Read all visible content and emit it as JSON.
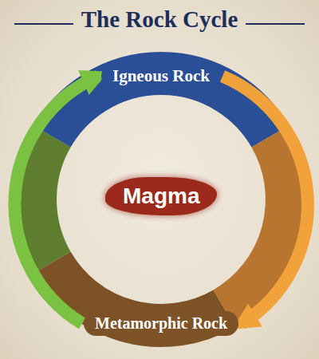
{
  "diagram": {
    "title": "The Rock Cycle",
    "nodes": [
      {
        "text": [
          "Igneous Rock"
        ]
      },
      {
        "text": [
          "Magma"
        ]
      },
      {
        "text": [
          "Metamorphic Rock"
        ]
      }
    ],
    "edges": [
      {
        "from": 0,
        "to": 2,
        "arrow": "to"
      },
      {
        "from": 2,
        "to": 0,
        "arrow": "to"
      }
    ]
  }
}
